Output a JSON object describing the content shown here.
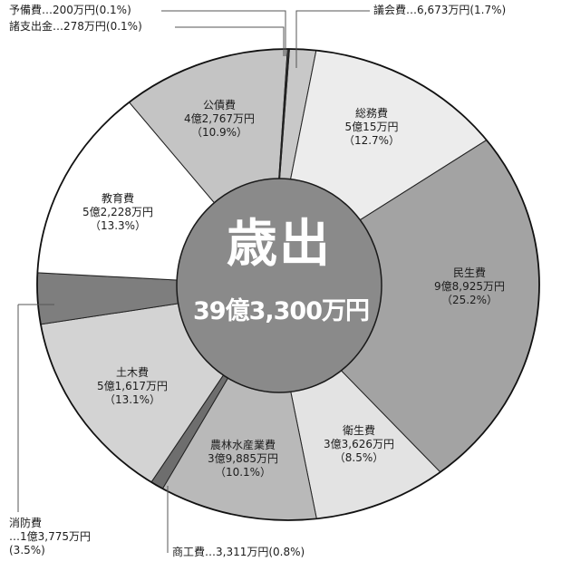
{
  "chart_data": {
    "type": "pie",
    "subtype": "donut",
    "title": "歳出",
    "total": "39億3,300万円",
    "start_angle": "top (12 o'clock), clockwise",
    "legend": "none (labels inside slices and callouts)",
    "slices": [
      {
        "name": "議会費",
        "amount": "6,673万円",
        "percent": 1.7,
        "amount_man_yen": 6673,
        "color": "#c8c8c8",
        "label_style": "callout"
      },
      {
        "name": "総務費",
        "amount": "5億15万円",
        "percent": 12.7,
        "amount_man_yen": 50015,
        "color": "#ececec",
        "label_style": "inside"
      },
      {
        "name": "民生費",
        "amount": "9億8,925万円",
        "percent": 25.2,
        "amount_man_yen": 98925,
        "color": "#a3a3a3",
        "label_style": "inside"
      },
      {
        "name": "衛生費",
        "amount": "3億3,626万円",
        "percent": 8.5,
        "amount_man_yen": 33626,
        "color": "#e3e3e3",
        "label_style": "inside"
      },
      {
        "name": "農林水産業費",
        "amount": "3億9,885万円",
        "percent": 10.1,
        "amount_man_yen": 39885,
        "color": "#b9b9b9",
        "label_style": "inside"
      },
      {
        "name": "商工費",
        "amount": "3,311万円",
        "percent": 0.8,
        "amount_man_yen": 3311,
        "color": "#6e6e6e",
        "label_style": "callout"
      },
      {
        "name": "土木費",
        "amount": "5億1,617万円",
        "percent": 13.1,
        "amount_man_yen": 51617,
        "color": "#d3d3d3",
        "label_style": "inside"
      },
      {
        "name": "消防費",
        "amount": "1億3,775万円",
        "percent": 3.5,
        "amount_man_yen": 13775,
        "color": "#7e7e7e",
        "label_style": "callout"
      },
      {
        "name": "教育費",
        "amount": "5億2,228万円",
        "percent": 13.3,
        "amount_man_yen": 52228,
        "color": "#ffffff",
        "label_style": "inside"
      },
      {
        "name": "公債費",
        "amount": "4億2,767万円",
        "percent": 10.9,
        "amount_man_yen": 42767,
        "color": "#c4c4c4",
        "label_style": "inside"
      },
      {
        "name": "諸支出金",
        "amount": "278万円",
        "percent": 0.1,
        "amount_man_yen": 278,
        "color": "#9a9a9a",
        "label_style": "callout"
      },
      {
        "name": "予備費",
        "amount": "200万円",
        "percent": 0.1,
        "amount_man_yen": 200,
        "color": "#bdbdbd",
        "label_style": "callout"
      }
    ],
    "center_color": "#8a8a8a"
  },
  "center": {
    "title": "歳出",
    "total": "39億3,300万円"
  },
  "labels": {
    "soumu": {
      "name": "総務費",
      "amount": "5億15万円",
      "pct": "（12.7%）"
    },
    "minsei": {
      "name": "民生費",
      "amount": "9億8,925万円",
      "pct": "（25.2%）"
    },
    "eisei": {
      "name": "衛生費",
      "amount": "3億3,626万円",
      "pct": "（8.5%）"
    },
    "nourin": {
      "name": "農林水産業費",
      "amount": "3億9,885万円",
      "pct": "（10.1%）"
    },
    "doboku": {
      "name": "土木費",
      "amount": "5億1,617万円",
      "pct": "（13.1%）"
    },
    "kyouiku": {
      "name": "教育費",
      "amount": "5億2,228万円",
      "pct": "（13.3%）"
    },
    "kousai": {
      "name": "公債費",
      "amount": "4億2,767万円",
      "pct": "（10.9%）"
    }
  },
  "callouts": {
    "yobi": "予備費…200万円(0.1%)",
    "shoshishutsu": "諸支出金…278万円(0.1%)",
    "gikai": "議会費…6,673万円(1.7%)",
    "shoukou": "商工費…3,311万円(0.8%)",
    "shoubou": {
      "name": "消防費",
      "amount": "…1億3,775万円",
      "pct": "(3.5%)"
    }
  }
}
